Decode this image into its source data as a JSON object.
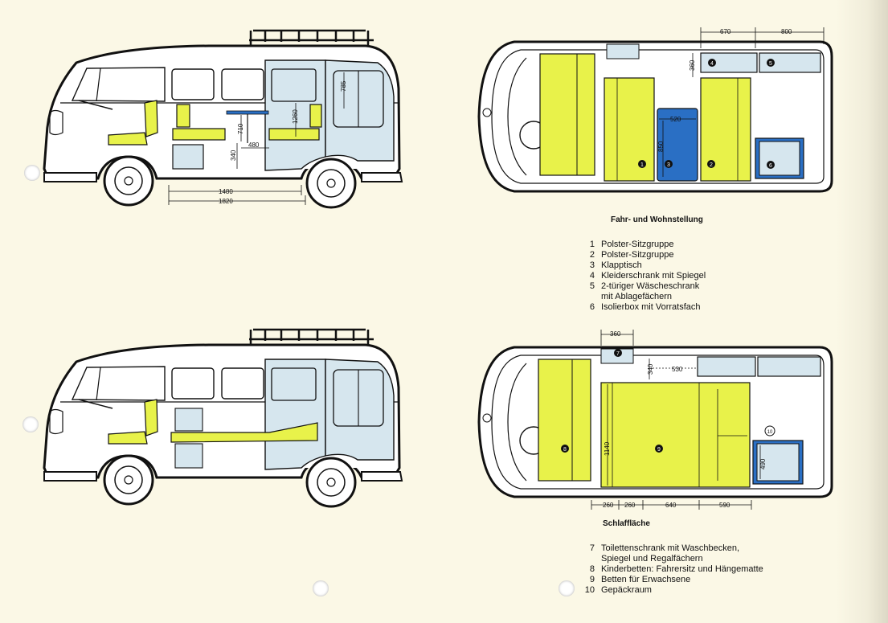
{
  "colors": {
    "paper": "#fbf8e6",
    "yellow": "#e8f24a",
    "lightblue": "#d6e6ee",
    "blue": "#2a6fc4",
    "line": "#111111"
  },
  "top": {
    "caption": "Fahr- und Wohnstellung",
    "legend": [
      {
        "num": "1",
        "lines": [
          "Polster-Sitzgruppe"
        ]
      },
      {
        "num": "2",
        "lines": [
          "Polster-Sitzgruppe"
        ]
      },
      {
        "num": "3",
        "lines": [
          "Klapptisch"
        ]
      },
      {
        "num": "4",
        "lines": [
          "Kleiderschrank mit Spiegel"
        ]
      },
      {
        "num": "5",
        "lines": [
          "2-türiger Wäscheschrank",
          "mit Ablagefächern"
        ]
      },
      {
        "num": "6",
        "lines": [
          "Isolierbox mit Vorratsfach"
        ]
      }
    ],
    "side_dims": {
      "d1480": "1480",
      "d1820": "1820",
      "d340": "340",
      "d480": "480",
      "d710": "710",
      "d1260": "1260",
      "d785": "785"
    },
    "plan_dims": {
      "d670": "670",
      "d800": "800",
      "d360": "360",
      "d520": "520",
      "d850": "850"
    },
    "plan_markers": [
      "1",
      "2",
      "3",
      "4",
      "5",
      "6"
    ]
  },
  "bottom": {
    "caption": "Schlaffläche",
    "legend": [
      {
        "num": "7",
        "lines": [
          "Toilettenschrank mit Waschbecken,",
          "Spiegel und Regalfächern"
        ]
      },
      {
        "num": "8",
        "lines": [
          "Kinderbetten: Fahrersitz und Hängematte"
        ]
      },
      {
        "num": "9",
        "lines": [
          "Betten für Erwachsene"
        ]
      },
      {
        "num": "10",
        "lines": [
          "Gepäckraum"
        ]
      }
    ],
    "plan_dims": {
      "d360": "360",
      "d340": "340",
      "d530": "530",
      "d1140": "1140",
      "d490": "490",
      "d260a": "260",
      "d260b": "260",
      "d640": "640",
      "d590": "590"
    },
    "plan_markers": [
      "7",
      "8",
      "9",
      "10"
    ]
  }
}
